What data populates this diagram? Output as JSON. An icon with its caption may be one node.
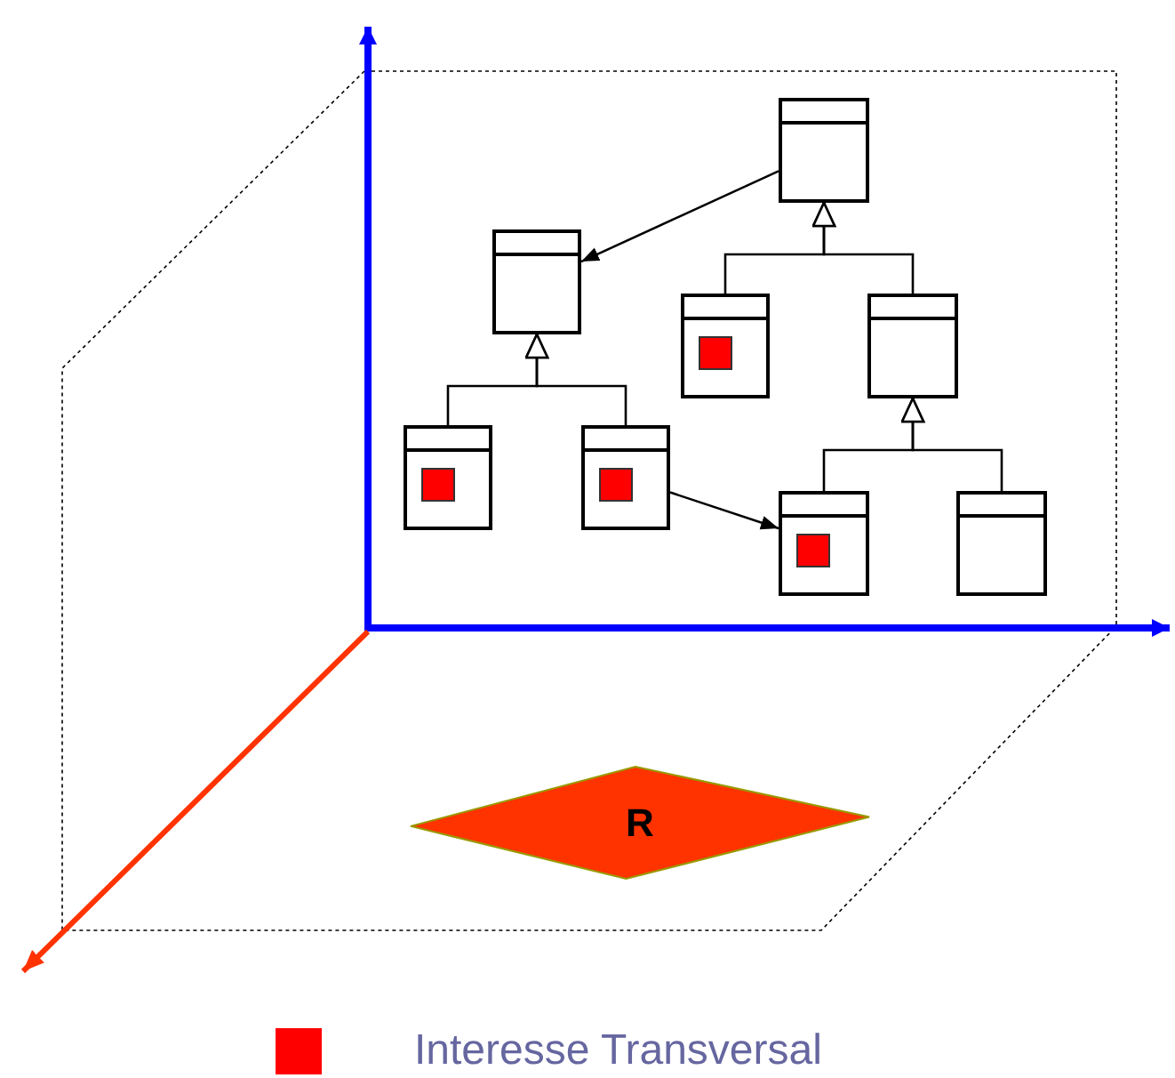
{
  "diagram": {
    "nodes": [
      {
        "text": [],
        "shape": "box"
      },
      {
        "text": [],
        "shape": "box"
      },
      {
        "text": [],
        "shape": "box"
      },
      {
        "text": [],
        "shape": "box"
      },
      {
        "text": [],
        "shape": "box"
      },
      {
        "text": [],
        "shape": "box"
      },
      {
        "text": [],
        "shape": "box"
      },
      {
        "text": [],
        "shape": "box"
      },
      {
        "text": [
          "R"
        ]
      }
    ],
    "edges": [
      {
        "from": 0,
        "to": 1,
        "arrow": "to"
      },
      {
        "from": 2,
        "to": 0,
        "arrow": "to"
      },
      {
        "from": 3,
        "to": 0,
        "arrow": "to"
      },
      {
        "from": 4,
        "to": 1,
        "arrow": "to"
      },
      {
        "from": 5,
        "to": 1,
        "arrow": "to"
      },
      {
        "from": 6,
        "to": 3,
        "arrow": "to"
      },
      {
        "from": 7,
        "to": 3,
        "arrow": "to"
      },
      {
        "from": 5,
        "to": 6,
        "arrow": "to"
      }
    ],
    "legend": [
      {
        "text": "Interesse Transversal",
        "color": "#ff0000"
      }
    ]
  }
}
